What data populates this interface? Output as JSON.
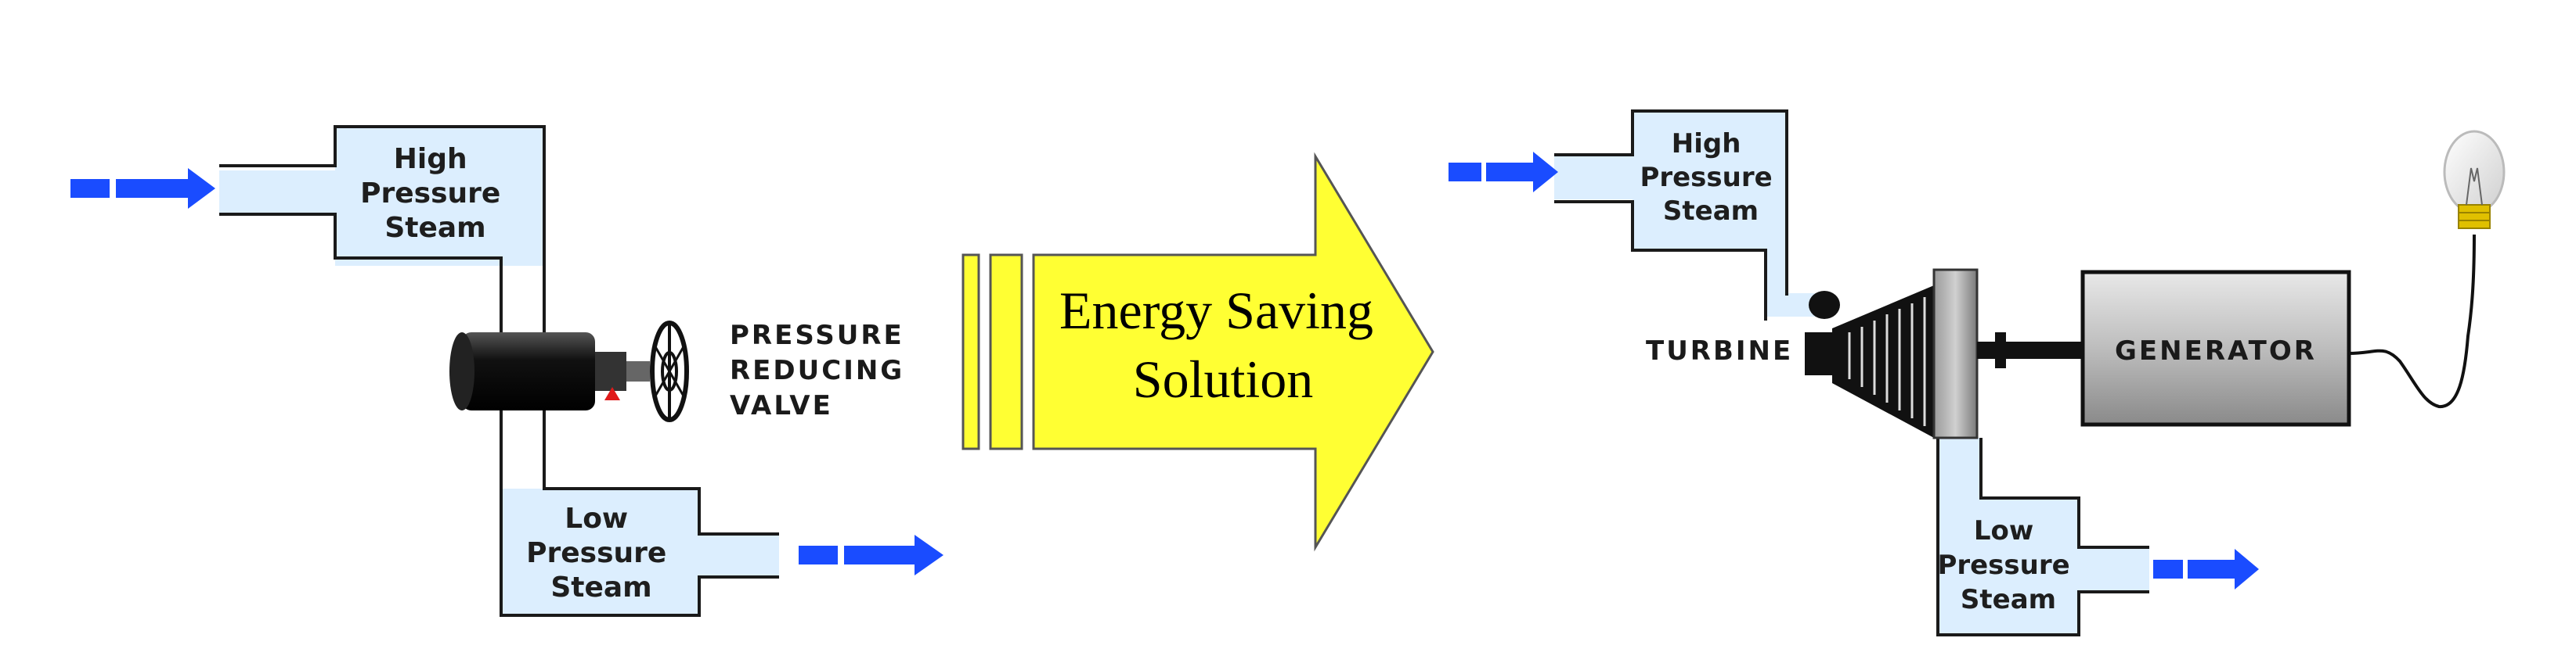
{
  "left_system": {
    "inlet_label": [
      "High",
      "Pressure",
      "Steam"
    ],
    "valve_label": [
      "PRESSURE",
      "REDUCING",
      "VALVE"
    ],
    "outlet_label": [
      "Low",
      "Pressure",
      "Steam"
    ]
  },
  "transition_arrow": {
    "label": [
      "Energy Saving",
      "Solution"
    ]
  },
  "right_system": {
    "inlet_label": [
      "High",
      "Pressure",
      "Steam"
    ],
    "turbine_label": "TURBINE",
    "generator_label": "GENERATOR",
    "outlet_label": [
      "Low",
      "Pressure",
      "Steam"
    ]
  },
  "colors": {
    "flow_arrow": "#1a4cff",
    "steam_fill": "#dceefe",
    "pipe_wall": "#1a1a1a",
    "solution_arrow": "#ffff33",
    "solution_outline": "#555555"
  }
}
